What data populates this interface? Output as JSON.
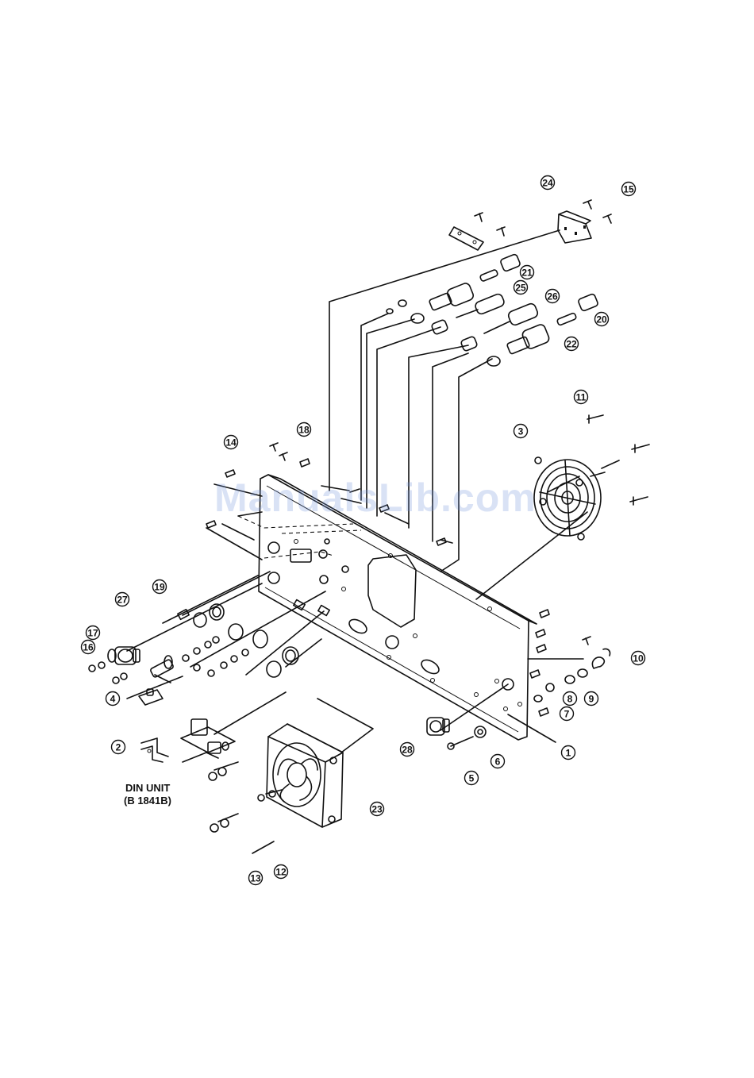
{
  "diagram": {
    "watermark": "ManualsLib.com",
    "din_unit_label": "DIN UNIT",
    "din_unit_code": "(B  1841B)",
    "callouts": [
      "1",
      "2",
      "3",
      "4",
      "5",
      "6",
      "7",
      "8",
      "9",
      "10",
      "11",
      "12",
      "13",
      "14",
      "15",
      "16",
      "17",
      "18",
      "19",
      "20",
      "21",
      "22",
      "23",
      "24",
      "25",
      "26",
      "27",
      "28"
    ]
  }
}
